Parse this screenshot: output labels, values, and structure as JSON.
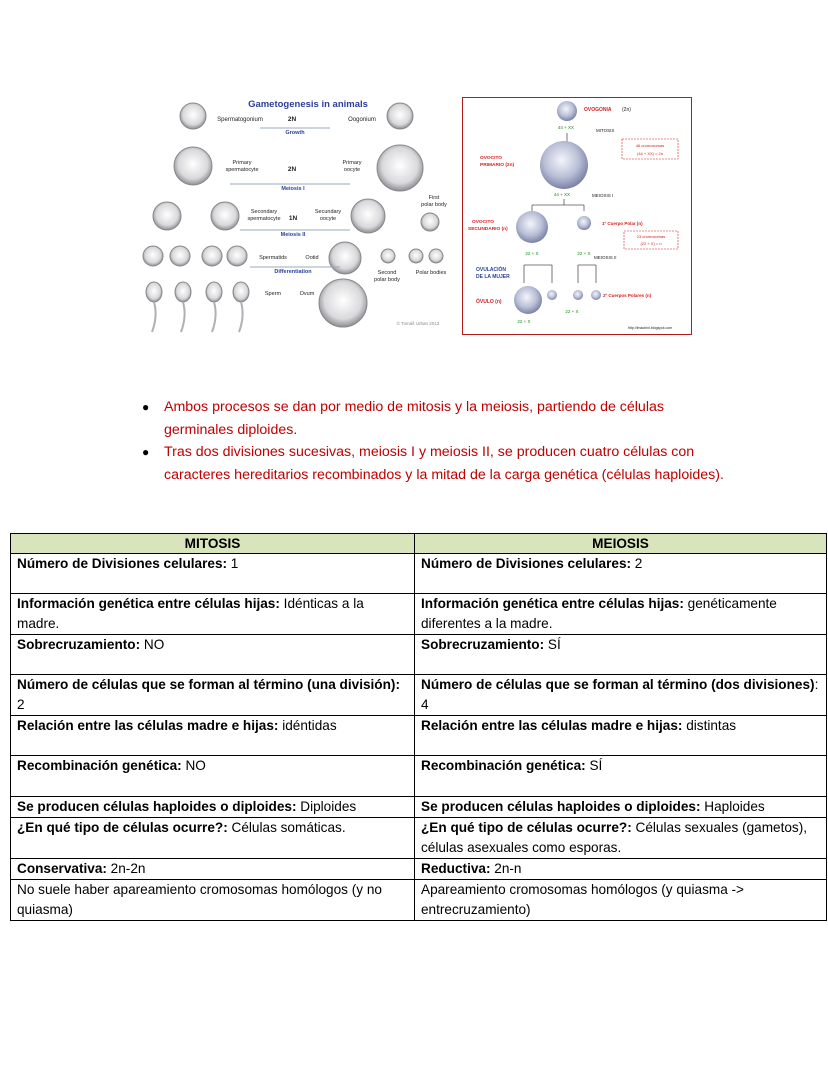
{
  "figure_animals": {
    "title": "Gametogenesis in animals",
    "spermatogonium": "Spermatogonium",
    "oogonium": "Oogonium",
    "ploidy_2n_a": "2N",
    "growth": "Growth",
    "primary_spermatocyte_l1": "Primary",
    "primary_spermatocyte_l2": "spermatocyte",
    "ploidy_2n_b": "2N",
    "primary_oocyte_l1": "Primary",
    "primary_oocyte_l2": "oocyte",
    "meiosis_1": "Meiosis I",
    "first_polar_l1": "First",
    "first_polar_l2": "polar body",
    "secondary_spermatocyte_l1": "Secondary",
    "secondary_spermatocyte_l2": "spermatocyte",
    "ploidy_1n": "1N",
    "secondary_oocyte_l1": "Secundary",
    "secondary_oocyte_l2": "oocyte",
    "meiosis_2": "Meiosis II",
    "spermatids": "Spermatids",
    "ootid": "Ootid",
    "second_polar_l1": "Second",
    "second_polar_l2": "polar body",
    "polar_bodies": "Polar bodies",
    "differentiation": "Differentiation",
    "sperm": "Sperm",
    "ovum": "Ovum",
    "credit": "© Tomáš Urban 2013"
  },
  "figure_ovo": {
    "ovogonia": "OVOGONIA",
    "ovogonia_n": "(2n)",
    "k44xx_a": "44 + XX",
    "mitosis": "MITOSIS",
    "box1_l1": "46 cromosomas",
    "box1_l2": "(44 + XX) = 2n",
    "primario_l1": "OVOCITO",
    "primario_l2": "PRIMARIO (2n)",
    "k44xx_b": "44 + XX",
    "meiosis1": "MEIOSIS  I",
    "secundario_l1": "OVOCITO",
    "secundario_l2": "SECUNDARIO (n)",
    "primer_cuerpo": "1º Cuerpo Polar (n)",
    "box2_l1": "23 cromosomas",
    "box2_l2": "(22 + X) = n",
    "k22x_a": "22 + X",
    "k22x_b": "22 + X",
    "meiosis2": "MEIOSIS  II",
    "ovulacion_l1": "OVULACIÓN",
    "ovulacion_l2": "DE LA MUJER",
    "ovulo": "ÓVULO (n)",
    "segundos": "2º Cuerpos Polares (n)",
    "k22x_c": "22 + X",
    "k22x_d": "22 + X",
    "url": "http://lmachinl.blogspot.com"
  },
  "bullets": [
    "Ambos procesos se dan por medio de mitosis y la meiosis, partiendo de células germinales diploides.",
    "Tras dos divisiones sucesivas, meiosis I y meiosis II, se producen cuatro células con caracteres hereditarios recombinados y la mitad de la carga genética (células haploides)."
  ],
  "table": {
    "col_mitosis": "MITOSIS",
    "col_meiosis": "MEIOSIS",
    "rows": [
      {
        "m_label": "Número de Divisiones celulares:",
        "m_value": " 1",
        "me_label": "Número de Divisiones celulares:",
        "me_value": " 2"
      },
      {
        "m_label": "Información genética entre células hijas:",
        "m_value": " Idénticas a la madre.",
        "me_label": "Información genética entre células hijas:",
        "me_value": " genéticamente diferentes a la madre."
      },
      {
        "m_label": "Sobrecruzamiento:",
        "m_value": " NO",
        "me_label": "Sobrecruzamiento:",
        "me_value": " SÍ"
      },
      {
        "m_label": "Número de células que se forman al término (una división):",
        "m_value": " 2",
        "me_label": "Número de células que se forman al término (dos divisiones)",
        "me_value": ": 4"
      },
      {
        "m_label": "Relación entre las células madre e hijas:",
        "m_value": " idéntidas",
        "me_label": "Relación entre las células madre e hijas:",
        "me_value": " distintas"
      },
      {
        "m_label": "Recombinación genética:",
        "m_value": " NO",
        "me_label": "Recombinación genética:",
        "me_value": " SÍ"
      },
      {
        "m_label": "Se producen células haploides o diploides:",
        "m_value": " Diploides",
        "me_label": "Se producen células haploides o diploides:",
        "me_value": " Haploides"
      },
      {
        "m_label": "¿En qué tipo de células ocurre?:",
        "m_value": " Células somáticas.",
        "me_label": "¿En qué tipo de células ocurre?:",
        "me_value": " Células sexuales (gametos), células asexuales como esporas."
      },
      {
        "m_label": "Conservativa:",
        "m_value": " 2n-2n",
        "me_label": "Reductiva:",
        "me_value": " 2n-n"
      },
      {
        "m_label": "",
        "m_value": "No suele haber apareamiento cromosomas homólogos (y no quiasma)",
        "me_label": "",
        "me_value": "Apareamiento cromosomas homólogos (y quiasma -> entrecruzamiento)"
      }
    ]
  },
  "colors": {
    "bullet_text": "#c00000",
    "table_header_bg": "#d7e4bc",
    "figure_red": "#d42020",
    "figure_blue": "#2b3f9a"
  }
}
